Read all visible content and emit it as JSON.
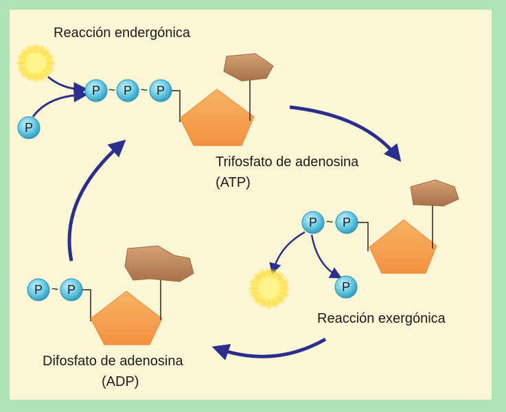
{
  "labels": {
    "endergonic": "Reacción endergónica",
    "exergonic": "Reacción exergónica",
    "atp_name": "Trifosfato de adenosina",
    "atp_abbr": "(ATP)",
    "adp_name": "Difosfato de adenosina",
    "adp_abbr": "(ADP)"
  },
  "phosphate": "P",
  "bond": "~",
  "colors": {
    "outer_border": "#aee3b6",
    "panel": "#fbf7d6",
    "arrow": "#2a2e8c",
    "pentagon": "#f5a04f",
    "base": "#c08a5e",
    "phosphate_fill": "#6fcde6",
    "sun": "#ffe85c"
  },
  "icons": [
    "sun-icon",
    "phosphate-icon",
    "ribose-pentagon-icon",
    "adenine-base-icon",
    "curved-arrow-icon"
  ]
}
